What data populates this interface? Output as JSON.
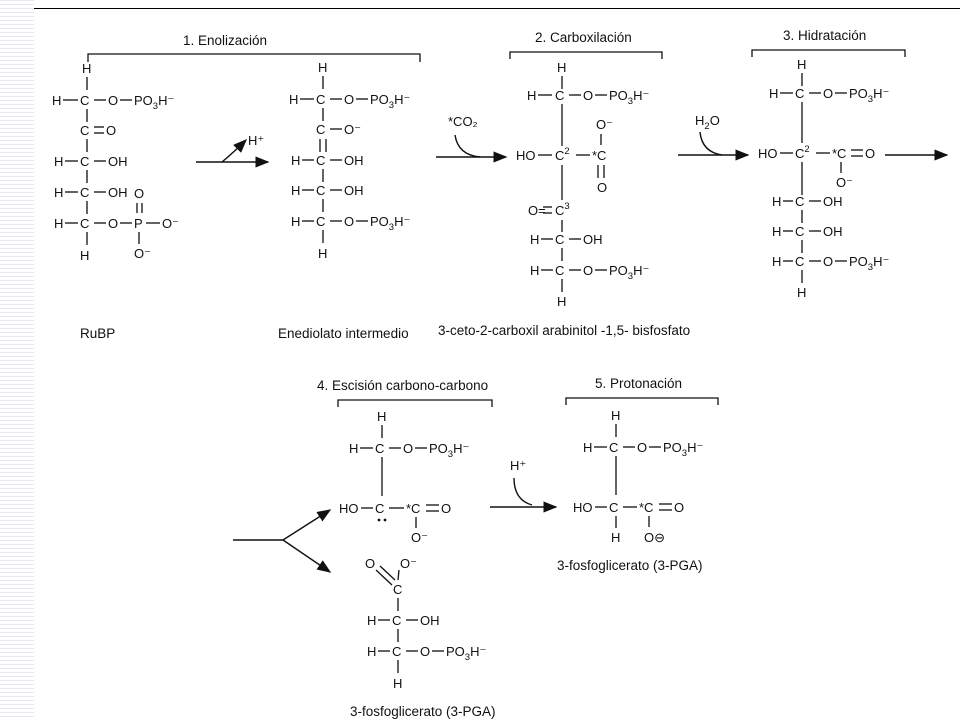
{
  "steps": {
    "s1": "1. Enolización",
    "s2": "2. Carboxilación",
    "s3": "3. Hidratación",
    "s4": "4. Escisión carbono-carbono",
    "s5": "5. Protonación"
  },
  "captions": {
    "rubp": "RuBP",
    "enediolato": "Enediolato intermedio",
    "ceto": "3-ceto-2-carboxil arabinitol -1,5- bisfosfato",
    "pga_a": "3-fosfoglicerato (3-PGA)",
    "pga_b": "3-fosfoglicerato (3-PGA)"
  },
  "reagents": {
    "h_plus_1": "H⁺",
    "co2": "*CO₂",
    "h2o": "H₂O",
    "h_plus_2": "H⁺"
  },
  "atoms": {
    "H": "H",
    "C": "C",
    "O": "O",
    "OH": "OH",
    "HO": "HO",
    "P": "P",
    "Oneg": "O⁻",
    "PO3": "PO",
    "sub3": "3",
    "sub2": "2",
    "Hneg": "H⁻",
    "Hdash": "H—",
    "OHdash": "—OH",
    "Odash": "—O—",
    "C2": "C",
    "sup2": "2",
    "sup3": "3",
    "starC": "*C",
    "Otheta": "O⊖",
    "Oeq": "O="
  },
  "colors": {
    "ink": "#111111",
    "stripe": "#e6e9ee"
  }
}
